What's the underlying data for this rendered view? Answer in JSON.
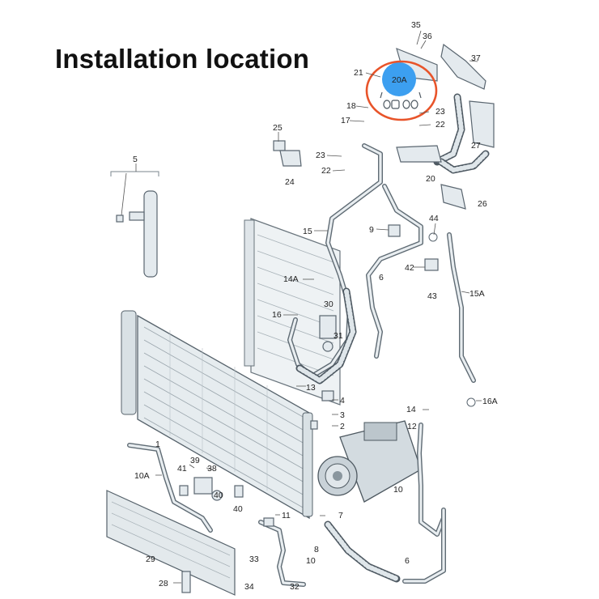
{
  "heading": "Installation location",
  "highlight": {
    "label": "20A",
    "circle_color": "#e8542a",
    "marker_color": "#3c9ff0"
  },
  "labels": {
    "l35": "35",
    "l36": "36",
    "l37": "37",
    "l21": "21",
    "l20A": "20A",
    "l18": "18",
    "l23a": "23",
    "l17": "17",
    "l22a": "22",
    "l25": "25",
    "l27": "27",
    "l23b": "23",
    "l22b": "22",
    "l20": "20",
    "l24": "24",
    "l5": "5",
    "l26": "26",
    "l44": "44",
    "l9": "9",
    "l15": "15",
    "l42": "42",
    "l6a": "6",
    "l15A": "15A",
    "l14A": "14A",
    "l43": "43",
    "l30": "30",
    "l16": "16",
    "l31": "31",
    "l13": "13",
    "l4": "4",
    "l16A": "16A",
    "l3": "3",
    "l14": "14",
    "l2": "2",
    "l12": "12",
    "l1": "1",
    "l39": "39",
    "l10A": "10A",
    "l41": "41",
    "l38": "38",
    "l40a": "40",
    "l10a": "10",
    "l40b": "40",
    "l11": "11",
    "l7": "7",
    "l29": "29",
    "l8": "8",
    "l33": "33",
    "l10b": "10",
    "l6b": "6",
    "l34": "34",
    "l32": "32",
    "l28": "28"
  }
}
